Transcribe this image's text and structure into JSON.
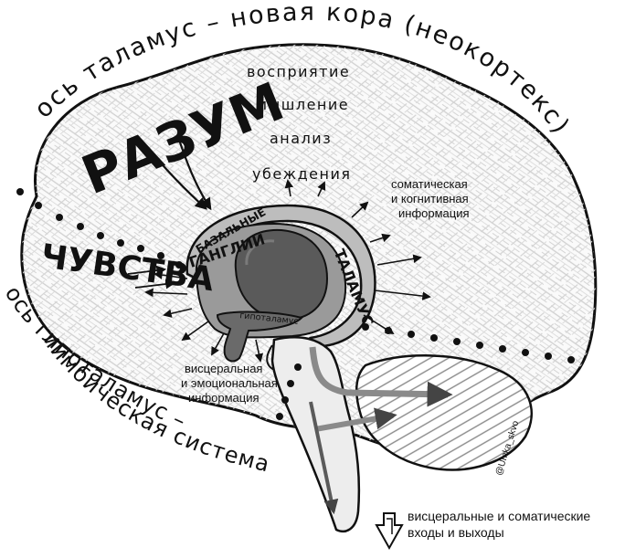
{
  "axes": {
    "top_axis": "ось таламус – новая кора (неокортекс)",
    "bottom_axis_line1": "ось гипоталамус –",
    "bottom_axis_line2": "лимбическая система"
  },
  "mind": {
    "title": "РАЗУМ",
    "functions": [
      "восприятие",
      "мышление",
      "анализ",
      "убеждения"
    ]
  },
  "feelings": {
    "title": "ЧУВСТВА"
  },
  "structures": {
    "basal_ganglia_1": "БАЗАЛЬНЫЕ",
    "basal_ganglia_2": "ГАНГЛИИ",
    "thalamus": "ТАЛАМУС",
    "hypothalamus": "гипоталамус"
  },
  "info": {
    "somatic_1": "соматическая",
    "somatic_2": "и когнитивная",
    "somatic_3": "информация",
    "visceral_1": "висцеральная",
    "visceral_2": "и эмоциональная",
    "visceral_3": "информация",
    "io_1": "висцеральные и соматические",
    "io_2": "входы и выходы"
  },
  "signature": "@Umka_skvo",
  "colors": {
    "ink": "#111111",
    "shade_dark": "#5a5a5a",
    "shade_mid": "#9a9a9a",
    "shade_light": "#d6d6d6"
  }
}
